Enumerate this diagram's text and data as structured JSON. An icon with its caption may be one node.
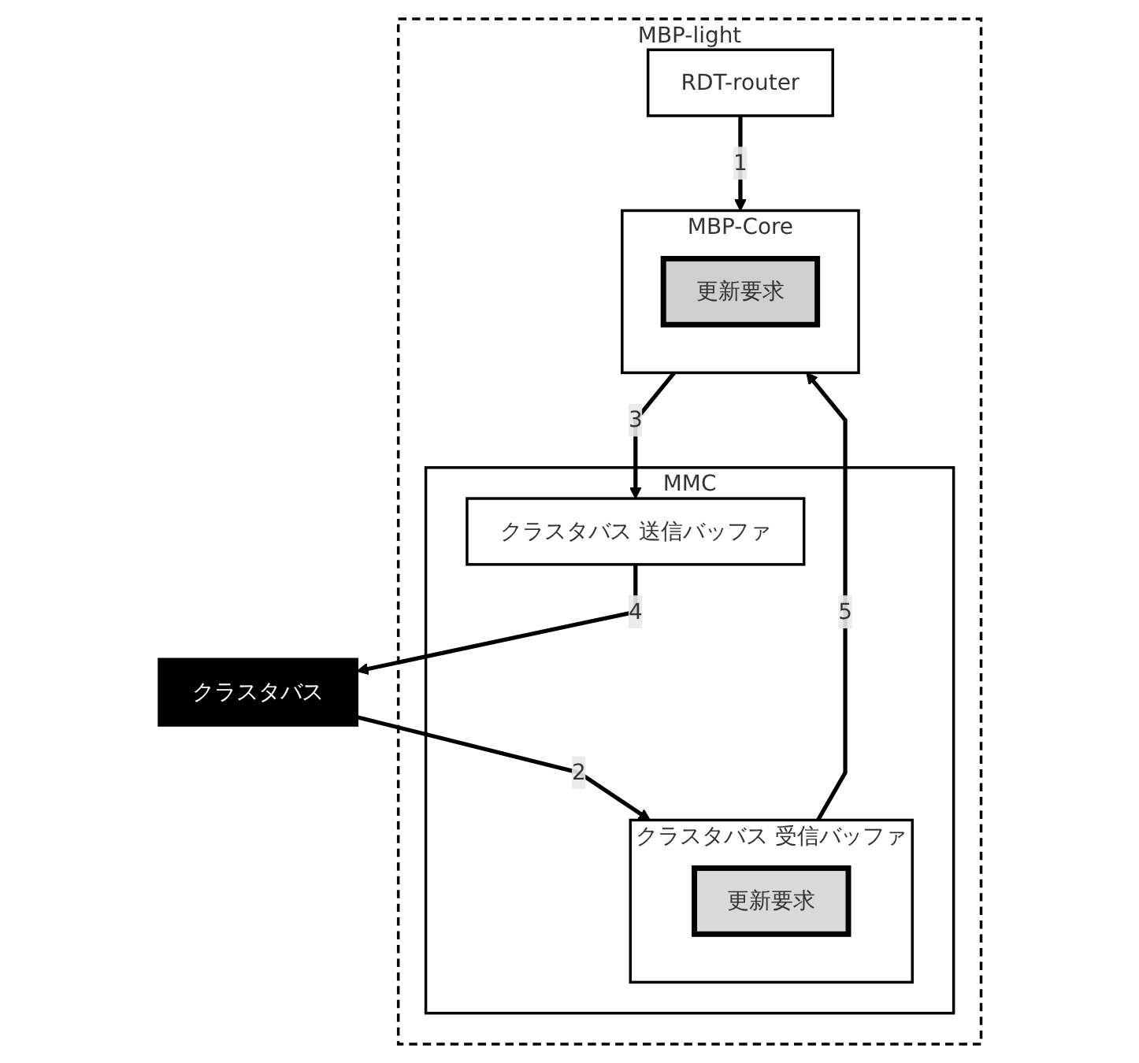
{
  "diagram": {
    "nodes": [
      {
        "text": [
          "クラスタバス"
        ]
      },
      {
        "text": [
          "MBP-light"
        ]
      },
      {
        "text": [
          "MMC"
        ],
        "in": 1
      },
      {
        "text": [
          "クラスタバス 受信バッファ"
        ],
        "in": 2
      },
      {
        "text": [
          "更新要求"
        ],
        "in": 3
      },
      {
        "text": [
          "クラスタバス 送信バッファ"
        ],
        "in": 2
      },
      {
        "text": [
          "MBP-Core"
        ],
        "in": 1
      },
      {
        "text": [
          "更新要求"
        ],
        "in": 6
      },
      {
        "text": [
          "RDT-router"
        ],
        "in": 1
      }
    ],
    "edges": [
      {
        "from": 0,
        "to": 3,
        "arrow": "to",
        "label": "2"
      },
      {
        "from": 5,
        "to": 0,
        "arrow": "to",
        "label": "4"
      },
      {
        "from": 3,
        "to": 6,
        "arrow": "to",
        "label": "5"
      },
      {
        "from": 6,
        "to": 5,
        "arrow": "to",
        "label": "3"
      },
      {
        "from": 8,
        "to": 6,
        "arrow": "to",
        "label": "1"
      }
    ]
  }
}
